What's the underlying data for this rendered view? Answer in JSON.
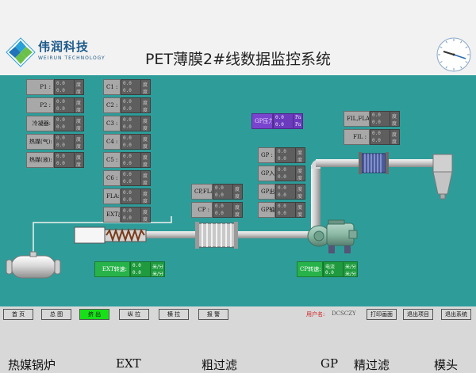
{
  "header": {
    "logo_text": "伟润科技",
    "logo_sub": "WEIRUN TECHNOLOGY",
    "title": "PET薄膜2#线数据监控系统"
  },
  "left_column": [
    {
      "label": "P1 :",
      "v1": "0.0",
      "v2": "0.0",
      "u1": "度",
      "u2": "度"
    },
    {
      "label": "P2 :",
      "v1": "0.0",
      "v2": "0.0",
      "u1": "度",
      "u2": "度"
    },
    {
      "label": "冷凝器:",
      "v1": "0.0",
      "v2": "0.0",
      "u1": "度",
      "u2": "度"
    },
    {
      "label": "热媒(气):",
      "v1": "0.0",
      "v2": "0.0",
      "u1": "度",
      "u2": "度"
    },
    {
      "label": "热媒(液):",
      "v1": "0.0",
      "v2": "0.0",
      "u1": "度",
      "u2": "度"
    }
  ],
  "ext_column": [
    {
      "label": "C1 :",
      "v1": "0.0",
      "v2": "0.0",
      "u1": "度",
      "u2": "度"
    },
    {
      "label": "C2 :",
      "v1": "0.0",
      "v2": "0.0",
      "u1": "度",
      "u2": "度"
    },
    {
      "label": "C3 :",
      "v1": "0.0",
      "v2": "0.0",
      "u1": "度",
      "u2": "度"
    },
    {
      "label": "C4 :",
      "v1": "0.0",
      "v2": "0.0",
      "u1": "度",
      "u2": "度"
    },
    {
      "label": "C5 :",
      "v1": "0.0",
      "v2": "0.0",
      "u1": "度",
      "u2": "度"
    },
    {
      "label": "C6 :",
      "v1": "0.0",
      "v2": "0.0",
      "u1": "度",
      "u2": "度"
    },
    {
      "label": "FLA:",
      "v1": "0.0",
      "v2": "0.0",
      "u1": "度",
      "u2": "度"
    },
    {
      "label": "EXT出:",
      "v1": "0.0",
      "v2": "0.0",
      "u1": "度",
      "u2": "度"
    }
  ],
  "cp_column": [
    {
      "label": "CP,FLA:",
      "v1": "0.0",
      "v2": "0.0",
      "u1": "度",
      "u2": "度"
    },
    {
      "label": "CP :",
      "v1": "0.0",
      "v2": "0.0",
      "u1": "度",
      "u2": "度"
    }
  ],
  "gp_column": [
    {
      "label": "GP :",
      "v1": "0.0",
      "v2": "0.0",
      "u1": "度",
      "u2": "度"
    },
    {
      "label": "GP入:",
      "v1": "0.0",
      "v2": "0.0",
      "u1": "度",
      "u2": "度"
    },
    {
      "label": "GP出:",
      "v1": "0.0",
      "v2": "0.0",
      "u1": "度",
      "u2": "度"
    },
    {
      "label": "GP轴:",
      "v1": "0.0",
      "v2": "0.0",
      "u1": "度",
      "u2": "度"
    }
  ],
  "fil_column": [
    {
      "label": "FIL,FLA:",
      "v1": "0.0",
      "v2": "0.0",
      "u1": "度",
      "u2": "度"
    },
    {
      "label": "FIL :",
      "v1": "0.0",
      "v2": "0.0",
      "u1": "度",
      "u2": "度"
    }
  ],
  "purple_box": {
    "label": "GP压力:",
    "v1": "0.0",
    "v2": "0.0",
    "u1": "Pa",
    "u2": "Pa"
  },
  "ext_speed": {
    "label": "EXT转速:",
    "v1": "0.0",
    "v2": "0.0",
    "u1": "米/分",
    "u2": "米/分"
  },
  "cp_speed": {
    "label": "CP转速:",
    "v1": "电流",
    "v2": "0.0",
    "u1": "米/分",
    "u2": "米/分"
  },
  "process_labels": {
    "boiler": "热媒锅炉",
    "ext": "EXT",
    "coarse": "粗过滤",
    "gp": "GP",
    "fine": "精过滤",
    "die": "模头"
  },
  "nav": {
    "home": "首 页",
    "overview": "总 图",
    "extrusion": "挤 出",
    "longitudinal": "纵 拉",
    "transverse": "横 拉",
    "alarm": "报 警",
    "print": "打印画面",
    "exit_project": "退出项目",
    "exit_system": "退出系统"
  },
  "user": {
    "label": "用户名:",
    "name": "DCSCZY"
  },
  "colors": {
    "panel": "#2e9d9a",
    "active_nav": "#18e018",
    "purple": "#7a45ce",
    "green": "#28b34a"
  }
}
